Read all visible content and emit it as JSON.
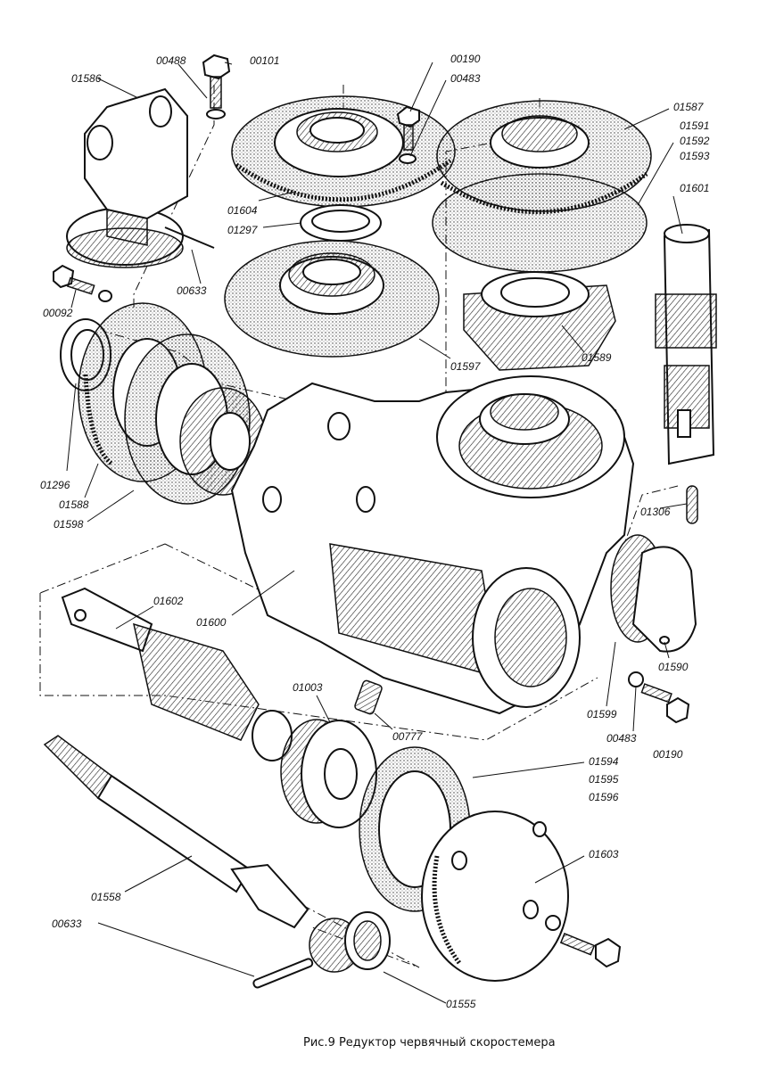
{
  "caption": "Рис.9 Редуктор червячный скоростемера",
  "labels": {
    "p00101": "00101",
    "p00488": "00488",
    "p01586": "01586",
    "p00190_top": "00190",
    "p00483_top": "00483",
    "p01587": "01587",
    "p01591": "01591",
    "p01592": "01592",
    "p01593": "01593",
    "p01604": "01604",
    "p01297": "01297",
    "p00633_top": "00633",
    "p01601": "01601",
    "p00092": "00092",
    "p01597": "01597",
    "p01589": "01589",
    "p01296": "01296",
    "p01588": "01588",
    "p01598": "01598",
    "p01306": "01306",
    "p01602": "01602",
    "p01600": "01600",
    "p01003": "01003",
    "p00777": "00777",
    "p01599": "01599",
    "p00483_bottom": "00483",
    "p00190_bottom": "00190",
    "p01590": "01590",
    "p01594": "01594",
    "p01595": "01595",
    "p01596": "01596",
    "p01603": "01603",
    "p01558": "01558",
    "p00633_bottom": "00633",
    "p01555": "01555"
  }
}
